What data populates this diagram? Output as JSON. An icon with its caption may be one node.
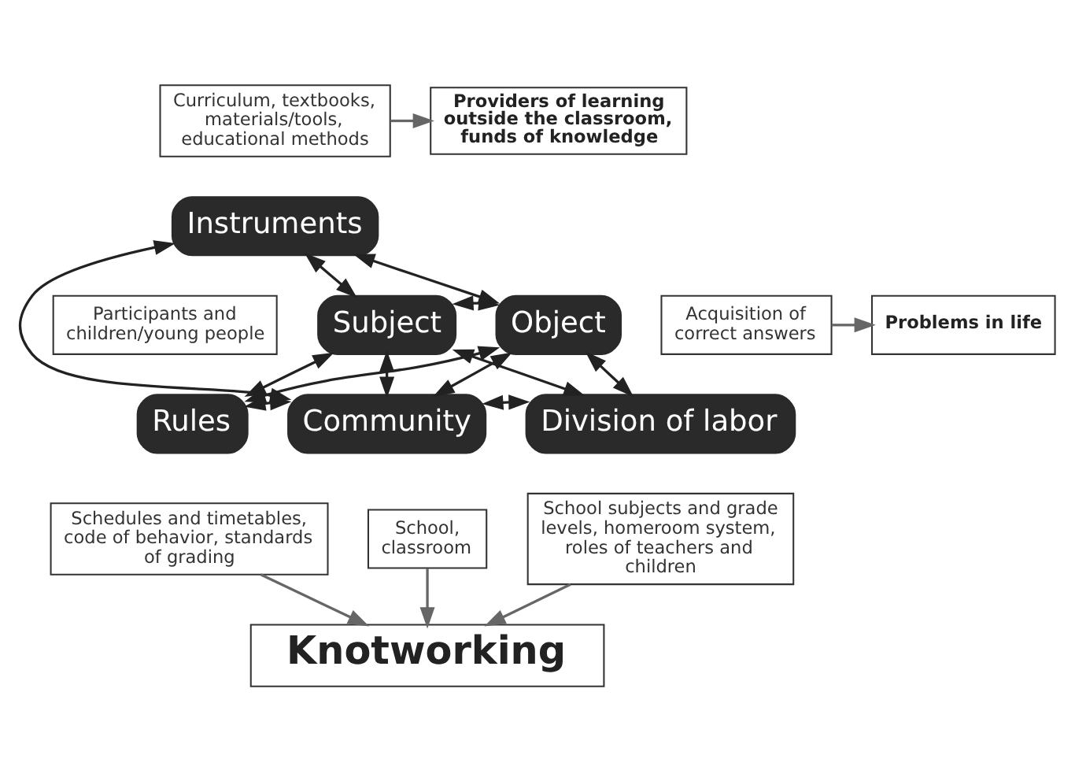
{
  "diagram": {
    "nodes": [
      {
        "text": [
          "Curriculum, textbooks, materials/tools, educational methods"
        ]
      },
      {
        "text": [
          "Providers of learning outside the classroom, funds of knowledge"
        ]
      },
      {
        "text": [
          "Instruments"
        ]
      },
      {
        "text": [
          "Subject"
        ]
      },
      {
        "text": [
          "Object"
        ]
      },
      {
        "text": [
          "Participants and children/young people"
        ]
      },
      {
        "text": [
          "Acquisition of correct answers"
        ]
      },
      {
        "text": [
          "Problems in life"
        ]
      },
      {
        "text": [
          "Rules"
        ]
      },
      {
        "text": [
          "Community"
        ]
      },
      {
        "text": [
          "Division of labor"
        ]
      },
      {
        "text": [
          "Schedules and timetables, code of behavior, standards of grading"
        ]
      },
      {
        "text": [
          "School, classroom"
        ]
      },
      {
        "text": [
          "School subjects and grade levels, homeroom system, roles of teachers and children"
        ]
      },
      {
        "text": [
          "Knotworking"
        ]
      }
    ],
    "edges": [
      {
        "from": 0,
        "to": 1,
        "arrow": "to",
        "color": "#666666"
      },
      {
        "from": 2,
        "to": 3,
        "arrow": "both"
      },
      {
        "from": 2,
        "to": 4,
        "arrow": "both"
      },
      {
        "from": 2,
        "to": 9,
        "arrow": "both"
      },
      {
        "from": 3,
        "to": 4,
        "arrow": "both"
      },
      {
        "from": 3,
        "to": 8,
        "arrow": "both"
      },
      {
        "from": 3,
        "to": 9,
        "arrow": "both"
      },
      {
        "from": 3,
        "to": 10,
        "arrow": "both"
      },
      {
        "from": 4,
        "to": 8,
        "arrow": "both"
      },
      {
        "from": 4,
        "to": 9,
        "arrow": "both"
      },
      {
        "from": 4,
        "to": 10,
        "arrow": "both"
      },
      {
        "from": 8,
        "to": 9,
        "arrow": "both"
      },
      {
        "from": 9,
        "to": 10,
        "arrow": "both"
      },
      {
        "from": 6,
        "to": 7,
        "arrow": "to",
        "color": "#666666"
      },
      {
        "from": 11,
        "to": 14,
        "arrow": "to",
        "color": "#666666"
      },
      {
        "from": 12,
        "to": 14,
        "arrow": "to",
        "color": "#666666"
      },
      {
        "from": 13,
        "to": 14,
        "arrow": "to",
        "color": "#666666"
      }
    ]
  }
}
